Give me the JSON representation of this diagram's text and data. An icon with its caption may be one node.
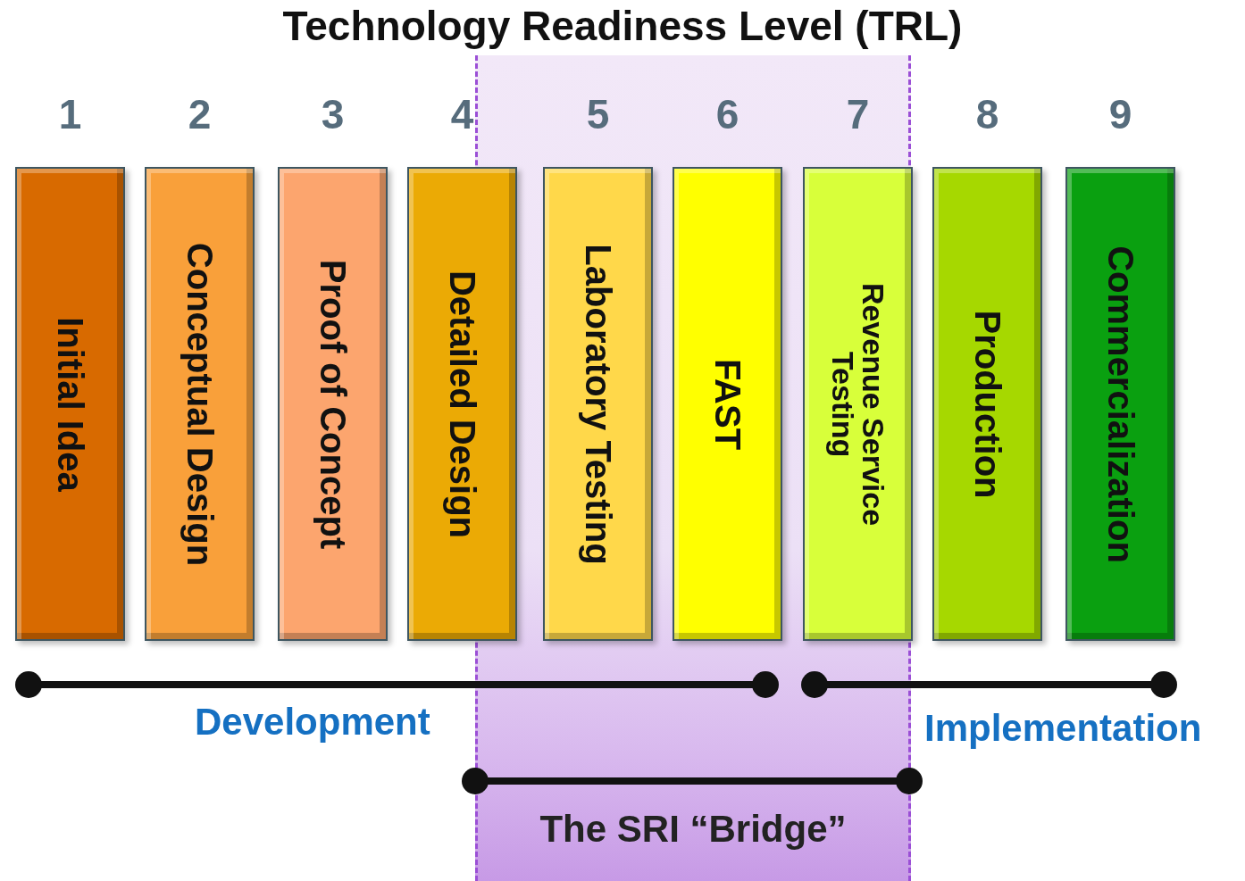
{
  "diagram": {
    "title": "Technology Readiness Level (TRL)",
    "nodes": [
      {
        "text": [
          "Initial Idea"
        ],
        "beside": [
          "1"
        ]
      },
      {
        "text": [
          "Conceptual Design"
        ],
        "beside": [
          "2"
        ]
      },
      {
        "text": [
          "Proof of Concept"
        ],
        "beside": [
          "3"
        ]
      },
      {
        "text": [
          "Detailed Design"
        ],
        "beside": [
          "4"
        ]
      },
      {
        "text": [
          "Laboratory Testing"
        ],
        "beside": [
          "5"
        ]
      },
      {
        "text": [
          "FAST"
        ],
        "beside": [
          "6"
        ]
      },
      {
        "text": [
          "Revenue Service Testing"
        ],
        "beside": [
          "7"
        ]
      },
      {
        "text": [
          "Production"
        ],
        "beside": [
          "8"
        ]
      },
      {
        "text": [
          "Commercialization"
        ],
        "beside": [
          "9"
        ]
      }
    ],
    "labels": [
      "Development",
      "Implementation",
      "The SRI “Bridge”"
    ]
  }
}
